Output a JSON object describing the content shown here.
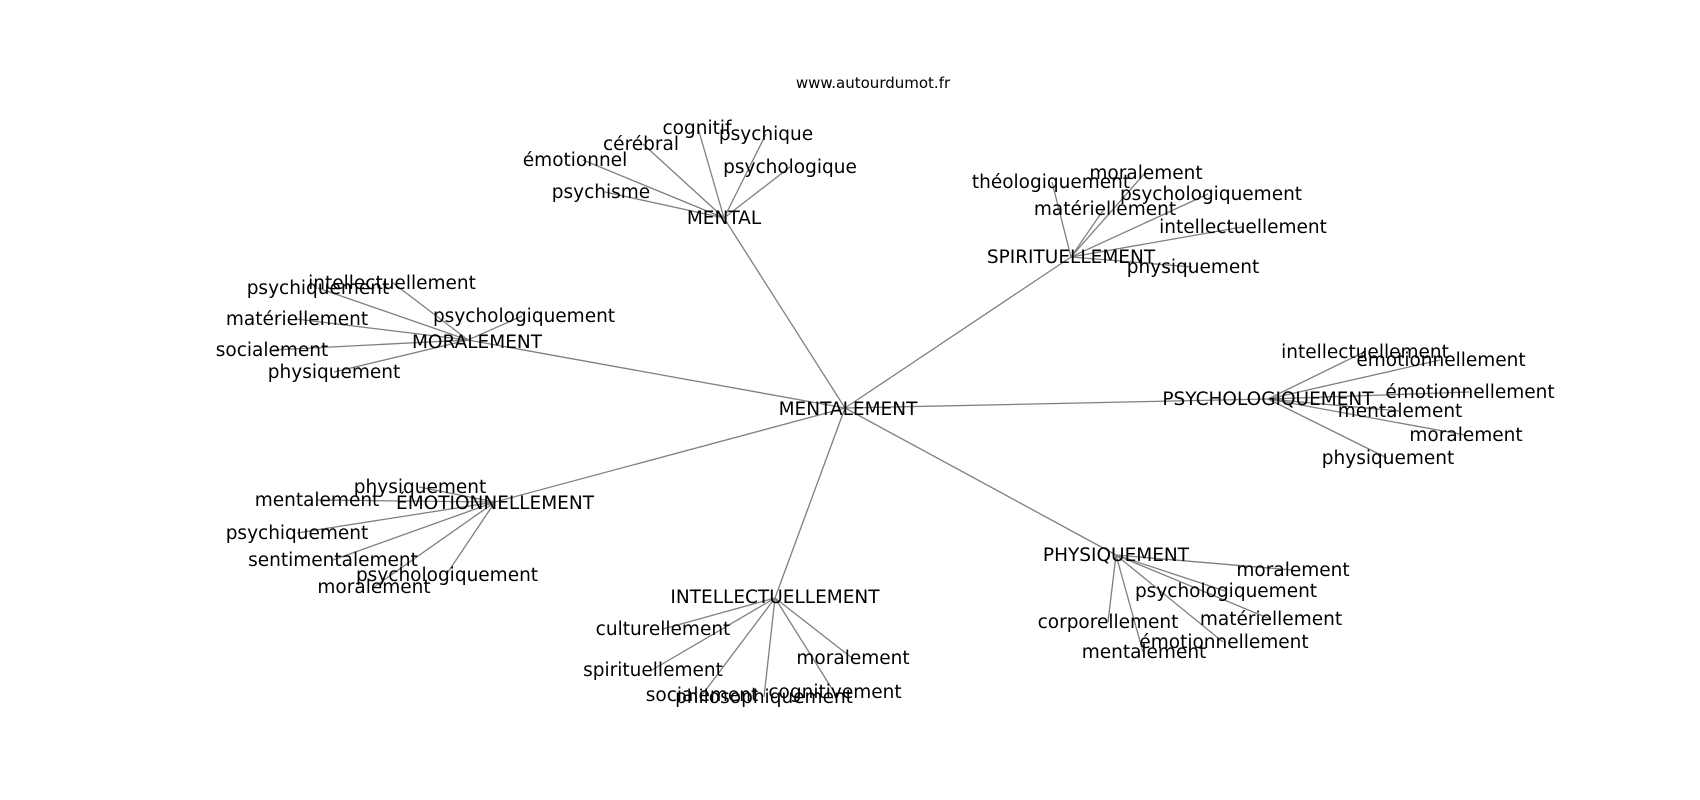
{
  "header": {
    "site": "www.autourdumot.fr"
  },
  "graph": {
    "center": "MENTALEMENT",
    "clusters": [
      {
        "label": "MENTAL",
        "leaves": [
          "cognitif",
          "psychique",
          "cérébral",
          "émotionnel",
          "psychologique",
          "psychisme"
        ]
      },
      {
        "label": "SPIRITUELLEMENT",
        "leaves": [
          "moralement",
          "théologiquement",
          "psychologiquement",
          "matériellement",
          "intellectuellement",
          "physiquement"
        ]
      },
      {
        "label": "MORALEMENT",
        "leaves": [
          "intellectuellement",
          "psychiquement",
          "psychologiquement",
          "matériellement",
          "socialement",
          "physiquement"
        ]
      },
      {
        "label": "PSYCHOLOGIQUEMENT",
        "leaves": [
          "intellectuellement",
          "émotionnellement",
          "émotionnellement",
          "mentalement",
          "moralement",
          "physiquement"
        ]
      },
      {
        "label": "ÉMOTIONNELLEMENT",
        "leaves": [
          "physiquement",
          "mentalement",
          "psychiquement",
          "sentimentalement",
          "psychologiquement",
          "moralement"
        ]
      },
      {
        "label": "PHYSIQUEMENT",
        "leaves": [
          "moralement",
          "psychologiquement",
          "corporellement",
          "matériellement",
          "émotionnellement",
          "mentalement"
        ]
      },
      {
        "label": "INTELLECTUELLEMENT",
        "leaves": [
          "culturellement",
          "moralement",
          "spirituellement",
          "cognitivement",
          "socialement",
          "philosophiquement"
        ]
      }
    ]
  },
  "colors": {
    "edge": "#7f7f7f",
    "text": "#000000",
    "background": "#ffffff"
  }
}
